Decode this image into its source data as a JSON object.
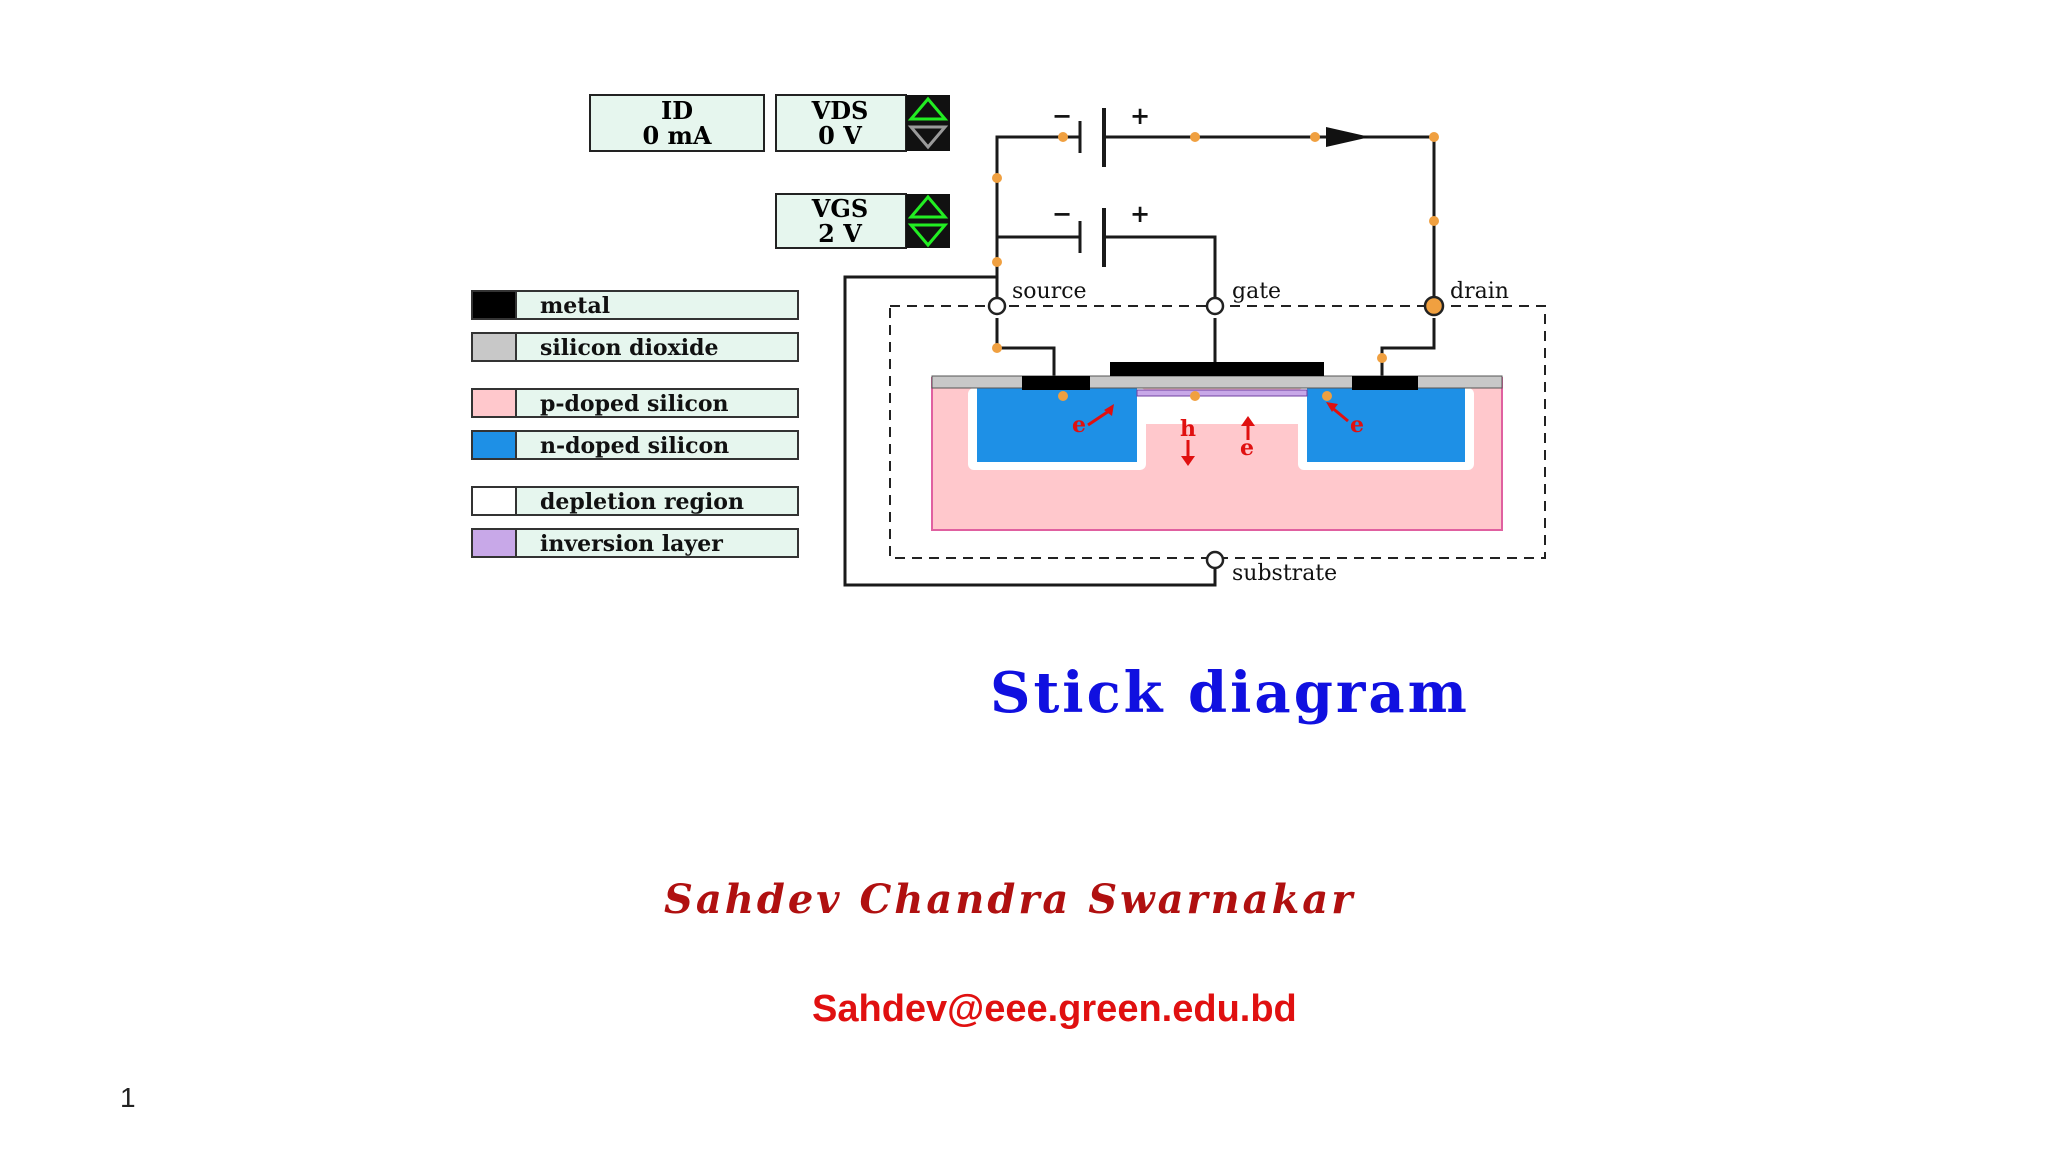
{
  "meters": {
    "id": {
      "label": "ID",
      "value": "0 mA"
    },
    "vds": {
      "label": "VDS",
      "value": "0 V"
    },
    "vgs": {
      "label": "VGS",
      "value": "2 V"
    }
  },
  "legend": [
    {
      "label": "metal",
      "color": "#000000"
    },
    {
      "label": "silicon dioxide",
      "color": "#c8c8c8"
    },
    {
      "label": "p-doped silicon",
      "color": "#ffc8cc"
    },
    {
      "label": "n-doped silicon",
      "color": "#1e90e6"
    },
    {
      "label": "depletion region",
      "color": "#ffffff"
    },
    {
      "label": "inversion layer",
      "color": "#c8a8e8"
    }
  ],
  "terminals": {
    "source": "source",
    "gate": "gate",
    "drain": "drain",
    "substrate": "substrate"
  },
  "battery_signs": {
    "minus": "−",
    "plus": "+"
  },
  "carriers": {
    "electron": "e",
    "hole": "h"
  },
  "title": "Stick diagram",
  "author": "Sahdev Chandra Swarnakar",
  "email": "Sahdev@eee.green.edu.bd",
  "page_number": "1",
  "colors": {
    "title": "#1010e0",
    "author": "#b01010",
    "email": "#e01010",
    "wire": "#1a1a1a",
    "node": "#f0a040"
  }
}
